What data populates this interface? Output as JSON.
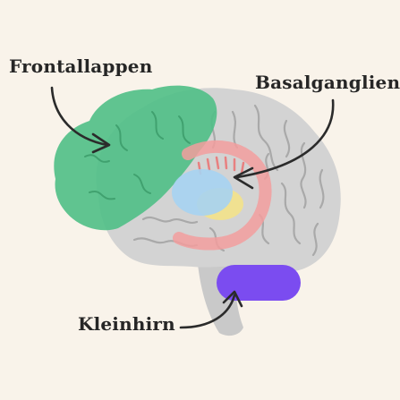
{
  "labels": {
    "frontal_lobe": "Frontallappen",
    "basal_ganglia": "Basalganglien",
    "cerebellum": "Kleinhirn"
  },
  "colors": {
    "background": "#f9f3ea",
    "brain": "#d3d3d3",
    "brain_folds": "#a9a9a9",
    "frontal_lobe": "#4fbf86",
    "basal_ganglia_arc": "#f29e9e",
    "basal_ganglia_blue": "#a6d3f2",
    "basal_ganglia_yellow": "#f3e28a",
    "cerebellum": "#7b4cf0",
    "arrow": "#2b2b2b",
    "text": "#262626"
  },
  "icons": {
    "brain": "brain-illustration",
    "arrow": "curved-arrow"
  }
}
